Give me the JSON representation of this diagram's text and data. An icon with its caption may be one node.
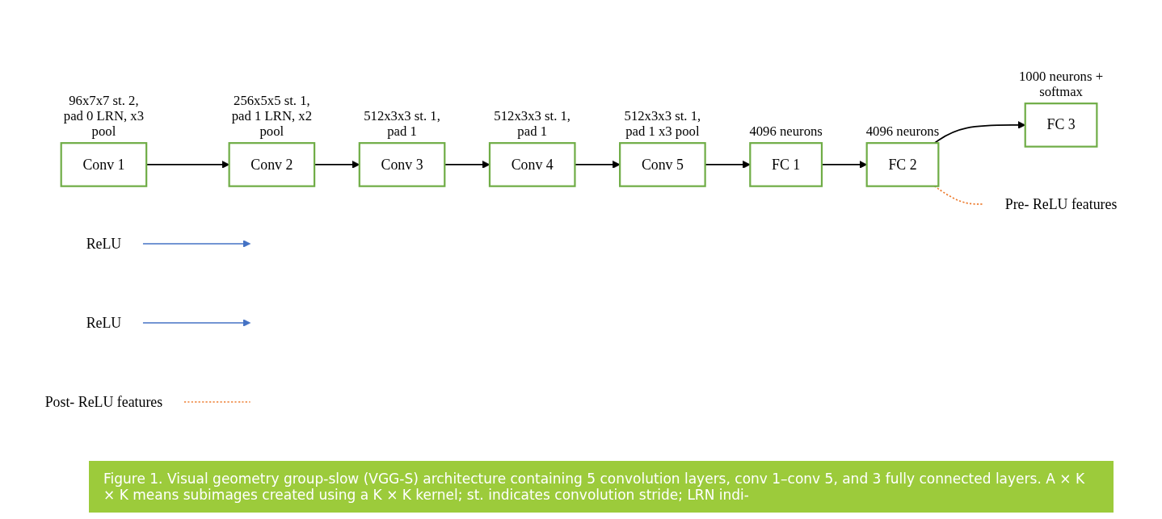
{
  "diagram": {
    "caption": "Figure 1. Visual geometry group-slow (VGG-S) architecture containing 5 convolution layers, conv 1–conv 5, and 3 fully connected layers. A × K × K means subimages created using a K × K kernel; st. indicates convolution stride; LRN indi-",
    "nodes": [
      {
        "text": [
          "Conv 1"
        ],
        "beside": [
          "96x7x7 st. 2, pad 0 LRN, x3 pool"
        ]
      },
      {
        "text": [
          "Conv 2"
        ],
        "beside": [
          "256x5x5 st. 1, pad 1 LRN, x2 pool"
        ]
      },
      {
        "text": [
          "Conv 3"
        ],
        "beside": [
          "512x3x3 st. 1, pad 1"
        ]
      },
      {
        "text": [
          "Conv 4"
        ],
        "beside": [
          "512x3x3 st. 1, pad 1"
        ]
      },
      {
        "text": [
          "Conv 5"
        ],
        "beside": [
          "512x3x3 st. 1, pad 1 x3 pool"
        ]
      },
      {
        "text": [
          "FC 1"
        ],
        "beside": [
          "4096 neurons"
        ]
      },
      {
        "text": [
          "FC 2"
        ],
        "beside": [
          "4096 neurons"
        ]
      },
      {
        "text": [
          "FC 3"
        ],
        "beside": [
          "1000 neurons + softmax"
        ]
      },
      {
        "text": [
          "ReLU"
        ]
      },
      {
        "text": [
          "ReLU"
        ]
      },
      {
        "text": [
          "Pre- ReLU features"
        ]
      },
      {
        "text": [
          "Post- ReLU features"
        ]
      }
    ],
    "edges": [
      {
        "from": 0,
        "to": 1,
        "arrow": "to"
      },
      {
        "from": 1,
        "to": 2,
        "arrow": "to"
      },
      {
        "from": 2,
        "to": 3,
        "arrow": "to"
      },
      {
        "from": 3,
        "to": 4,
        "arrow": "to"
      },
      {
        "from": 4,
        "to": 5,
        "arrow": "to"
      },
      {
        "from": 5,
        "to": 6,
        "arrow": "to"
      },
      {
        "from": 6,
        "to": 7,
        "arrow": "to"
      },
      {
        "from": 8,
        "to": null,
        "arrow": "to",
        "color": "#4472c4"
      },
      {
        "from": 9,
        "to": null,
        "arrow": "to",
        "color": "#4472c4"
      },
      {
        "from": 10,
        "to": 6,
        "arrow": "none",
        "style": "dashed",
        "color": "#ed7d31"
      },
      {
        "from": 11,
        "to": null,
        "arrow": "none",
        "style": "dashed",
        "color": "#ed7d31"
      }
    ]
  }
}
